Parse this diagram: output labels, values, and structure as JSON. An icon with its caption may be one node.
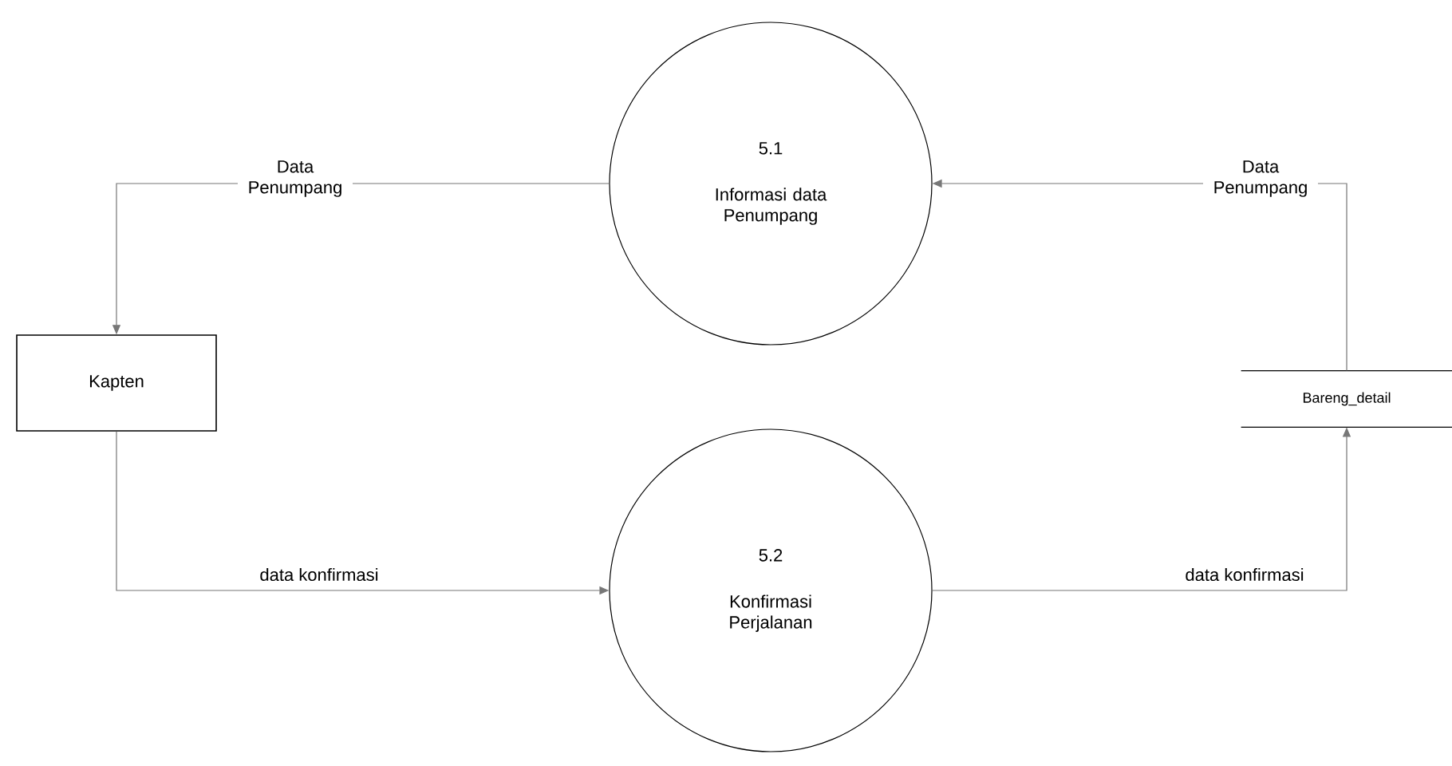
{
  "diagram": {
    "nodes": [
      {
        "text": [
          "5.1",
          "Informasi data Penumpang"
        ]
      },
      {
        "text": [
          "Kapten"
        ]
      },
      {
        "text": [
          "Bareng_detail"
        ]
      },
      {
        "text": [
          "5.2",
          "Konfirmasi Perjalanan"
        ]
      }
    ],
    "edges": [
      {
        "from": 0,
        "to": 1,
        "arrow": "to",
        "label": "Data Penumpang"
      },
      {
        "from": 2,
        "to": 0,
        "arrow": "to",
        "label": "Data Penumpang"
      },
      {
        "from": 1,
        "to": 3,
        "arrow": "to",
        "label": "data konfirmasi"
      },
      {
        "from": 3,
        "to": 2,
        "arrow": "to",
        "label": "data konfirmasi"
      }
    ]
  }
}
